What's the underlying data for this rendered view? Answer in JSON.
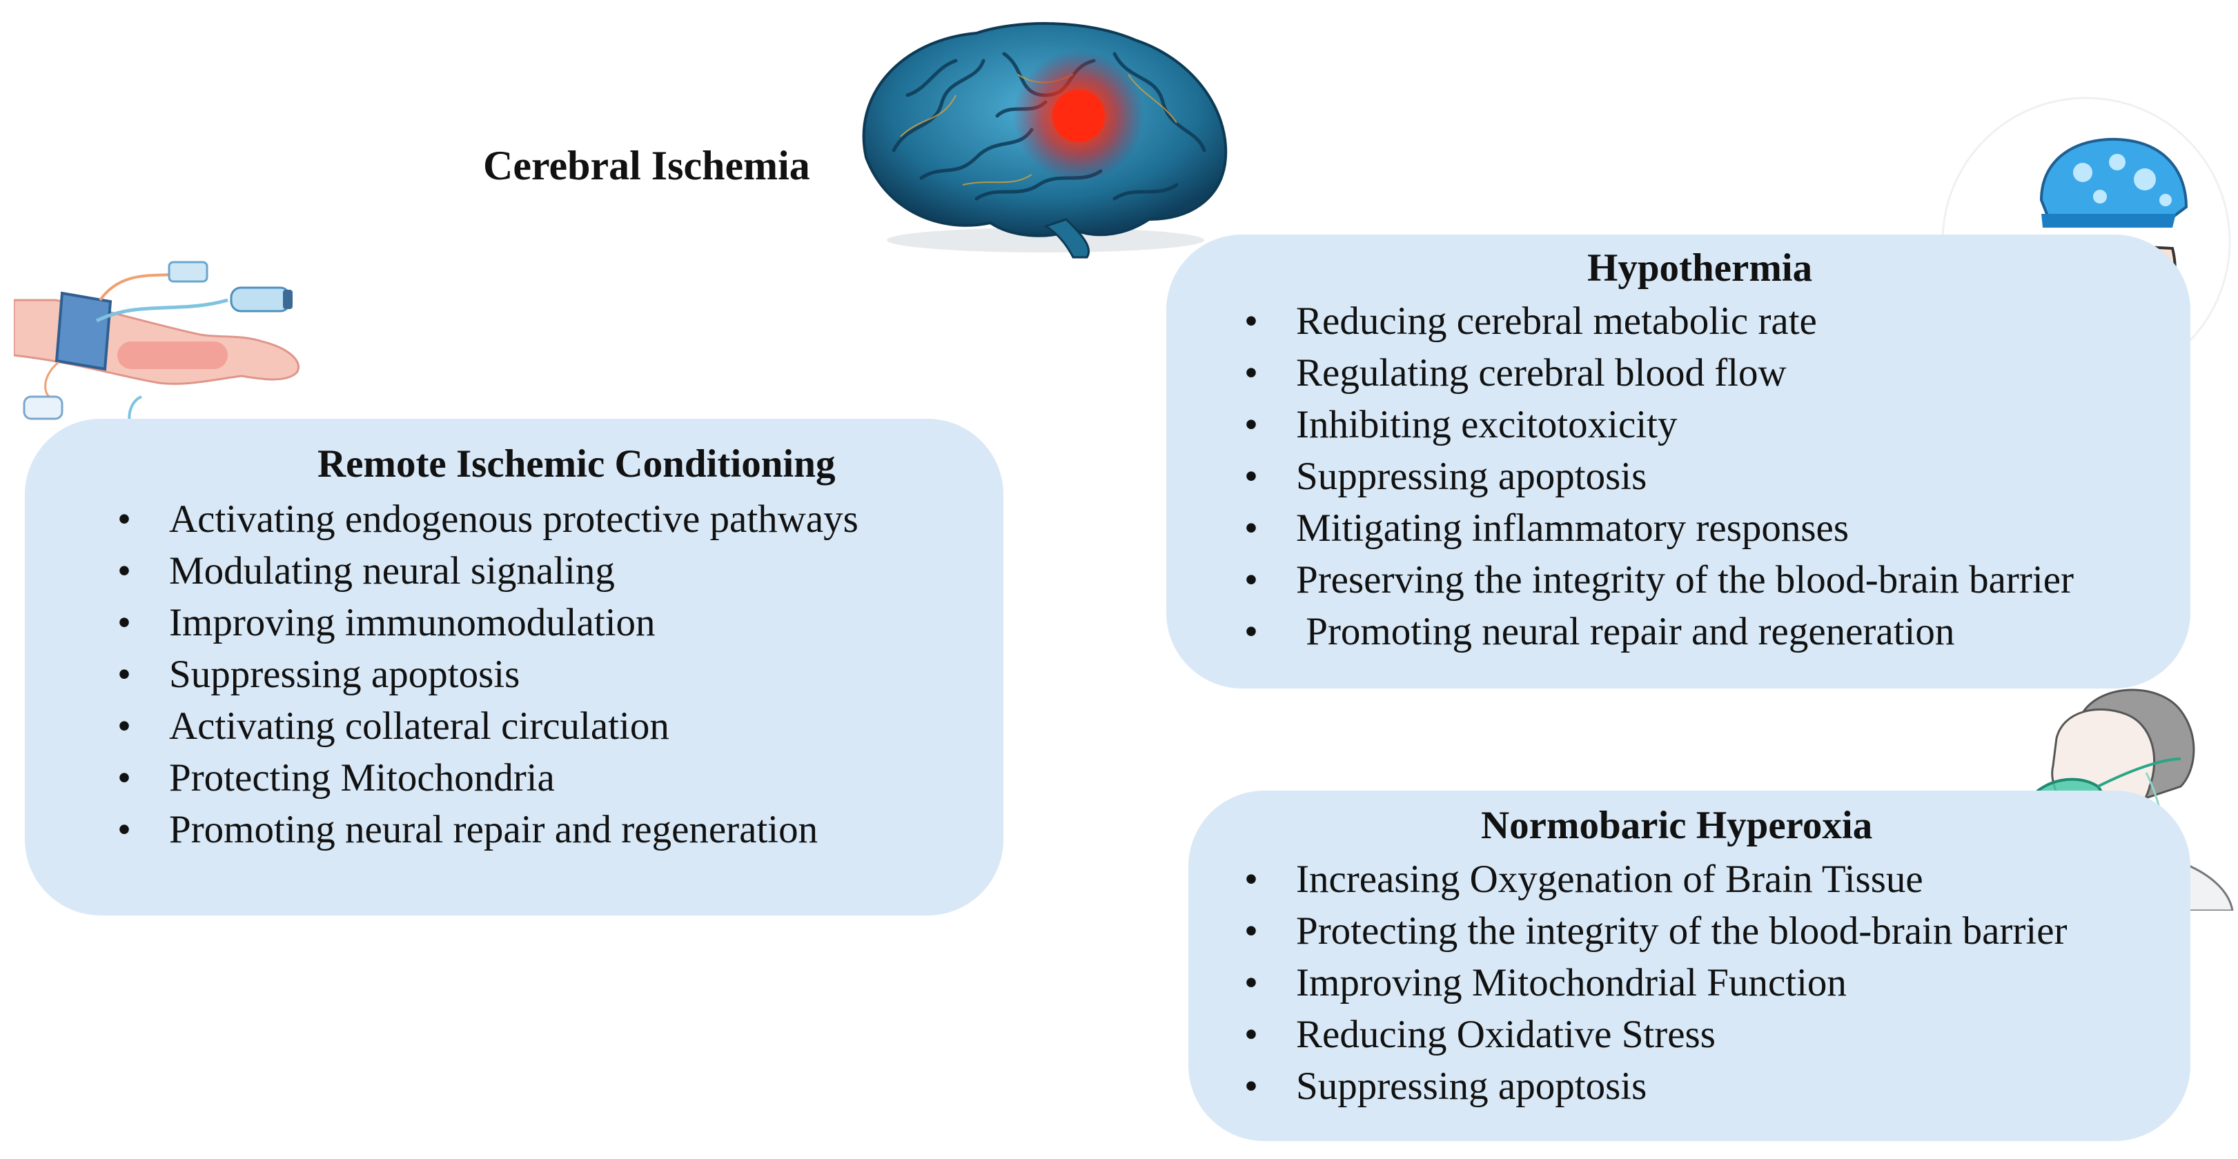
{
  "title": "Cerebral Ischemia",
  "sections": {
    "ric": {
      "title": "Remote Ischemic Conditioning",
      "items": [
        "Activating endogenous protective pathways",
        "Modulating neural signaling",
        "Improving immunomodulation",
        "Suppressing apoptosis",
        "Activating collateral circulation",
        "Protecting Mitochondria",
        "Promoting neural repair and regeneration"
      ]
    },
    "hypothermia": {
      "title": "Hypothermia",
      "items": [
        "Reducing cerebral metabolic rate",
        "Regulating cerebral blood flow",
        "Inhibiting excitotoxicity",
        "Suppressing apoptosis",
        "Mitigating inflammatory responses",
        "Preserving the integrity of the blood-brain barrier",
        " Promoting neural repair and regeneration"
      ]
    },
    "nbo": {
      "title": "Normobaric Hyperoxia",
      "items": [
        "Increasing Oxygenation of Brain Tissue",
        "Protecting the integrity of the blood-brain barrier",
        "Improving Mitochondrial Function",
        "Reducing Oxidative Stress",
        "Suppressing apoptosis"
      ]
    }
  },
  "bullet": "•",
  "colors": {
    "box_fill": "#d8e8f6",
    "brain_blue": "#2a7fa6",
    "lesion_red": "#ff2a10"
  },
  "icons": [
    "brain-icon",
    "blood-pressure-cuff-arm-icon",
    "cooling-cap-head-icon",
    "oxygen-mask-person-icon"
  ]
}
